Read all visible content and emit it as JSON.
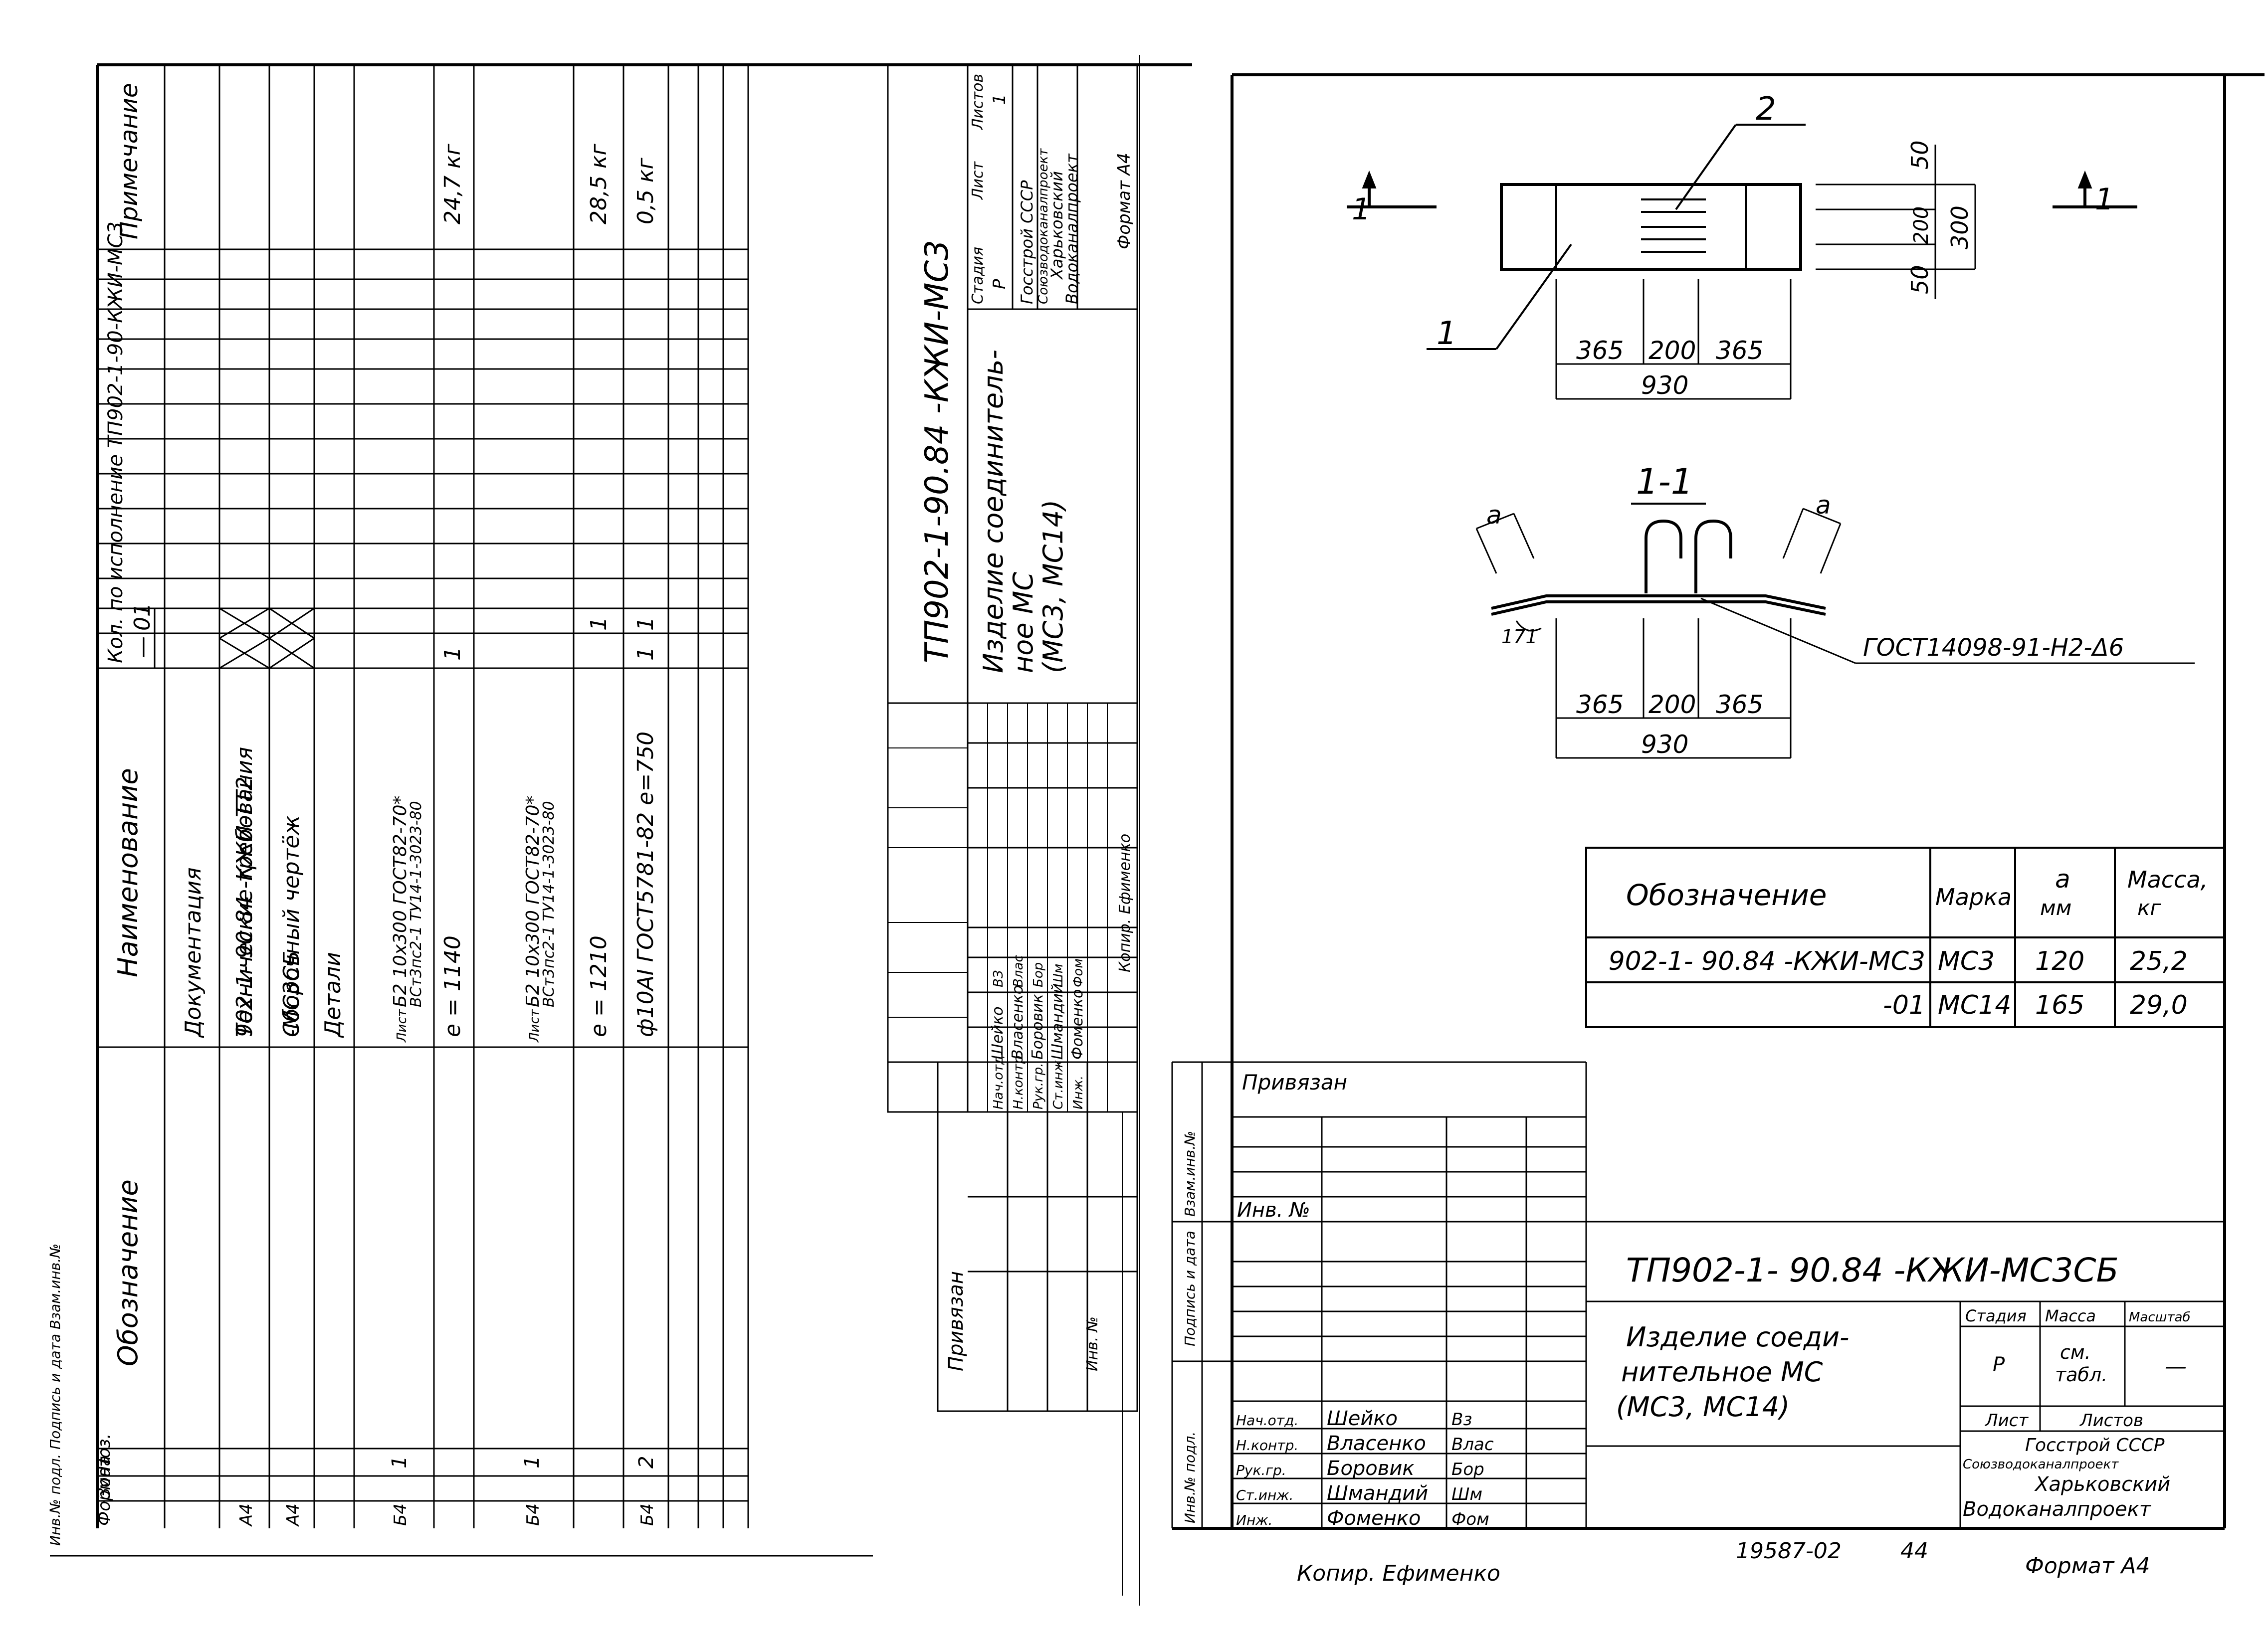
{
  "left_sheet": {
    "headers": {
      "format": "Формат",
      "zone": "Зона",
      "pos": "Поз.",
      "designation": "Обозначение",
      "name": "Наименование",
      "qty_by_variant": "Кол. по исполнение ТП902-1-90-КЖИ-МС3",
      "note": "Примечание"
    },
    "variants": [
      "—",
      "01"
    ],
    "rows": [
      {
        "format": "",
        "pos": "",
        "designation": "",
        "name": "Документация",
        "q0": "",
        "q1": "",
        "note": ""
      },
      {
        "format": "А4",
        "pos": "",
        "designation": "902-1- 90.84  -КЖИ-ТТ2",
        "name": "Технические требования",
        "q0": "",
        "q1": "",
        "note": ""
      },
      {
        "format": "А4",
        "pos": "",
        "designation": "-МС3СБ",
        "name": "Сборочный чертёж",
        "q0": "",
        "q1": "",
        "note": ""
      },
      {
        "format": "",
        "pos": "",
        "designation": "",
        "name": "Детали",
        "q0": "",
        "q1": "",
        "note": ""
      },
      {
        "format": "Б4",
        "pos": "1",
        "designation": "",
        "name_prefix": "Лист",
        "name": "Б2 10х300 ГОСТ82-70*",
        "name2": "ВСт3пс2-1 ТУ14-1-3023-80",
        "q0": "",
        "q1": "",
        "note": ""
      },
      {
        "format": "",
        "pos": "",
        "designation": "",
        "name": "е = 1140",
        "q0": "1",
        "q1": "",
        "note": "24,7 кг"
      },
      {
        "format": "Б4",
        "pos": "1",
        "designation": "",
        "name_prefix": "Лист",
        "name": "Б2 10х300 ГОСТ82-70*",
        "name2": "ВСт3пс2-1 ТУ14-1-3023-80",
        "q0": "",
        "q1": "",
        "note": ""
      },
      {
        "format": "",
        "pos": "",
        "designation": "",
        "name": "е = 1210",
        "q0": "",
        "q1": "1",
        "note": "28,5 кг"
      },
      {
        "format": "Б4",
        "pos": "2",
        "designation": "",
        "name": "ф10АI ГОСТ5781-82 е=750",
        "q0": "1",
        "q1": "1",
        "note": "0,5 кг"
      }
    ],
    "title_block": {
      "doc_code": "ТП902-1-90.84  -КЖИ-МС3",
      "title": "Изделие соединитель-",
      "title2": "ное МС",
      "title3": "(МС3, МС14)",
      "stage_hdr": "Стадия",
      "sheet_hdr": "Лист",
      "sheets_hdr": "Листов",
      "stage": "Р",
      "sheet": "",
      "sheets": "1",
      "org1": "Госстрой СССР",
      "org2": "Союзводоканалпроект",
      "org3": "Харьковский",
      "org4": "Водоканалпроект",
      "format": "Формат А4",
      "copied": "Копир. Ефименко",
      "privyazan": "Привязан",
      "inv_no": "Инв. №",
      "people": [
        {
          "role": "Нач.отд.",
          "name": "Шейко",
          "sign": "ВЗ"
        },
        {
          "role": "Н.контр.",
          "name": "Власенко",
          "sign": "Влас"
        },
        {
          "role": "Рук.гр.",
          "name": "Боровик",
          "sign": "Бор"
        },
        {
          "role": "Ст.инж.",
          "name": "Шмандий",
          "sign": "Шм"
        },
        {
          "role": "Инж.",
          "name": "Фоменко",
          "sign": "Фом"
        }
      ]
    },
    "margin_text": "Инв.№ подл.   Подпись и дата   Взам.инв.№"
  },
  "right_sheet": {
    "callouts": {
      "p1": "1",
      "p2": "2"
    },
    "section_mark": "1",
    "section_label": "1-1",
    "plan_dims": {
      "a": "365",
      "b": "200",
      "c": "365",
      "total": "930",
      "h1": "50",
      "h2": "200",
      "h3": "50",
      "height": "300"
    },
    "section_dims": {
      "a": "365",
      "b": "200",
      "c": "365",
      "total": "930",
      "dim_a": "а",
      "angle": "171"
    },
    "weld_note": "ГОСТ14098-91-Н2-Δ6",
    "table": {
      "h_designation": "Обозначение",
      "h_mark": "Марка",
      "h_a": "а",
      "h_a_unit": "мм",
      "h_mass": "Масса,",
      "h_mass_unit": "кг",
      "rows": [
        {
          "designation": "902-1- 90.84  -КЖИ-МС3",
          "mark": "МС3",
          "a": "120",
          "mass": "25,2"
        },
        {
          "designation": "-01",
          "mark": "МС14",
          "a": "165",
          "mass": "29,0"
        }
      ]
    },
    "title_block": {
      "privyazan": "Привязан",
      "inv_no": "Инв. №",
      "doc_code": "ТП902-1- 90.84   -КЖИ-МС3СБ",
      "title1": "Изделие соеди-",
      "title2": "нительное МС",
      "title3": "(МС3, МС14)",
      "stage_hdr": "Стадия",
      "mass_hdr": "Масса",
      "scale_hdr": "Масштаб",
      "stage": "Р",
      "mass": "см.",
      "mass2": "табл.",
      "scale": "—",
      "sheet_hdr": "Лист",
      "sheets_hdr": "Листов",
      "org1": "Госстрой СССР",
      "org2": "Союзводоканалпроект",
      "org3": "Харьковский",
      "org4": "Водоканалпроект",
      "people": [
        {
          "role": "Нач.отд.",
          "name": "Шейко",
          "sign": "Вз"
        },
        {
          "role": "Н.контр.",
          "name": "Власенко",
          "sign": "Влас"
        },
        {
          "role": "Рук.гр.",
          "name": "Боровик",
          "sign": "Бор"
        },
        {
          "role": "Ст.инж.",
          "name": "Шмандий",
          "sign": "Шм"
        },
        {
          "role": "Инж.",
          "name": "Фоменко",
          "sign": "Фом"
        }
      ],
      "margin": {
        "a": "Инв.№ подл.",
        "b": "Подпись и дата",
        "c": "Взам.инв.№"
      }
    },
    "footer": {
      "copied": "Копир. Ефименко",
      "number": "19587-02",
      "sheet": "44",
      "format": "Формат А4"
    }
  }
}
